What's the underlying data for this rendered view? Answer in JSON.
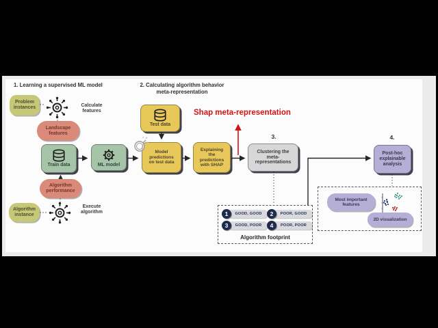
{
  "figure": {
    "type": "ml-workflow-diagram",
    "colors": {
      "background": "#000000",
      "panel": "#ebebee",
      "diagram_bg": "#fcfcfd",
      "olive_pill": "#c6c878",
      "salmon_pill": "#d98a78",
      "green_box": "#a6c4a7",
      "yellow_box": "#e8c859",
      "gray_box": "#d7d7d7",
      "purple_box": "#b5afd8",
      "navy_badge": "#1f2b4d",
      "red_accent": "#d41414",
      "scatter_navy": "#2b3a66",
      "scatter_green": "#4aa184",
      "scatter_red": "#bf3b2f"
    },
    "icons": {
      "algorithm_gear": "gear-with-spokes",
      "database": "cylinder-stack",
      "ml_gear": "gear",
      "magnifier_sketch": "magnifying-glass",
      "scatter_plot": "2d-scatter"
    }
  },
  "sections": {
    "one": {
      "title": "1. Learning a supervised ML model"
    },
    "two": {
      "title": "2. Calculating algorithm behavior\nmeta-representation"
    },
    "three": {
      "number": "3."
    },
    "four": {
      "number": "4."
    }
  },
  "nodes": {
    "problem_instances": "Problem\ninstances",
    "calculate_features": "Calculate\nfeatures",
    "landscape_features": "Landscape\nfeatures",
    "train_data": "Train data",
    "ml_model": "ML model",
    "algorithm_performance": "Algorithm\nperformance",
    "algorithm_instance": "Algorithm\ninstance",
    "execute_algorithm": "Execute\nalgorithm",
    "test_data": "Test data",
    "model_predictions": "Model\npredictions\non test data",
    "explaining_shap": "Explaining\nthe\npredictions\nwith SHAP",
    "shap_meta_representation": "Shap meta-representation",
    "clustering": "Clustering the\nmeta-\nrepresentations",
    "post_hoc": "Post-hoc\nexplainable\nanalysis",
    "most_important_features": "Most important\nfeatures",
    "viz_2d": "2D visualization"
  },
  "footprint": {
    "title": "Algorithm footprint",
    "items": [
      {
        "num": "1",
        "label": "GOOD, GOOD"
      },
      {
        "num": "2",
        "label": "POOR, GOOD"
      },
      {
        "num": "3",
        "label": "GOOD, POOR"
      },
      {
        "num": "4",
        "label": "POOR, POOR"
      }
    ]
  }
}
